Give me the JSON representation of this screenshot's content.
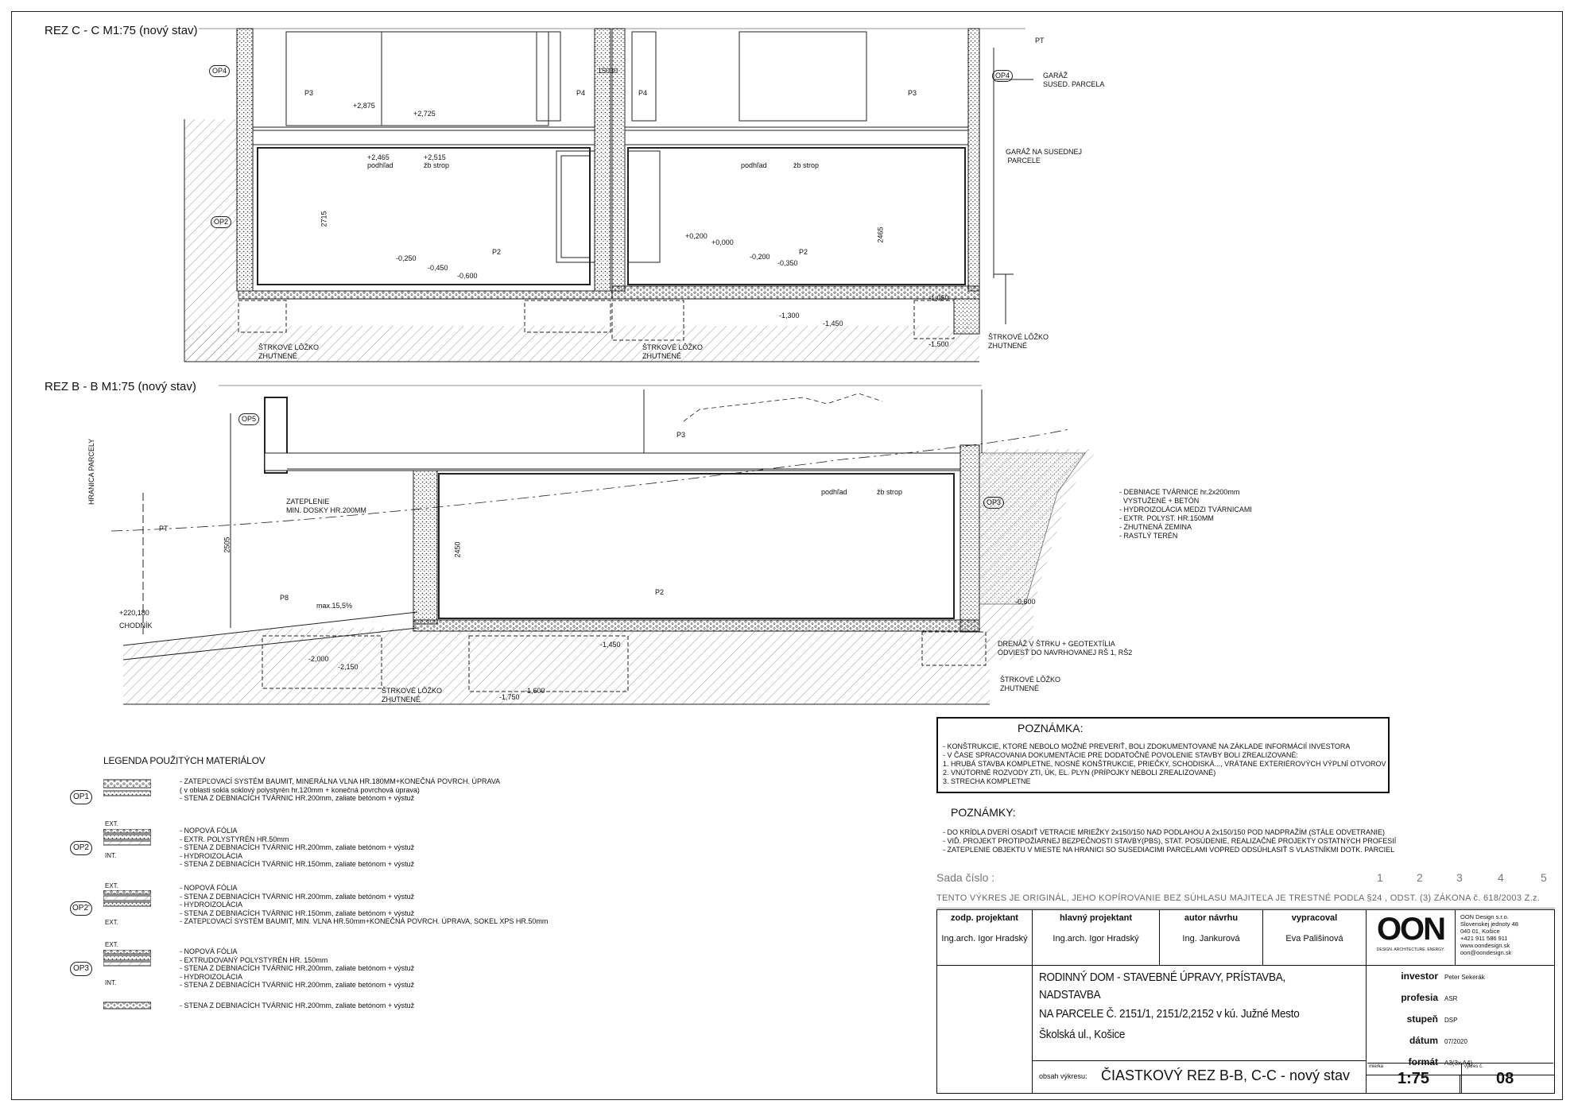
{
  "sections": {
    "cc_title": "REZ  C - C M1:75  (nový stav)",
    "bb_title": "REZ  B - B M1:75  (nový stav)"
  },
  "drawing_labels": {
    "op4": "OP4",
    "op2": "OP2",
    "op5": "OP5",
    "op3": "OP3",
    "p3": "P3",
    "p4": "P4",
    "p2": "P2",
    "p8": "P8",
    "pt": "PT",
    "garaz_sused": "GARÁŽ\nSUSED. PARCELA",
    "garaz_na": "GARÁŽ NA SUSEDNEJ\n PARCELE",
    "strk1": "ŠTRKOVÉ LÔŽKO\nZHUTNENÉ",
    "podhlad": "podhľad",
    "zbstrop": "žb strop",
    "hranica": "HRANICA PARCELY",
    "chodnik": "CHODNÍK",
    "zateplenie": "ZATEPLENIE\nMIN. DOSKY HR.200MM",
    "max": "max.15,5%",
    "drenaz": "DRENÁŽ V ŠTRKU + GEOTEXTÍLIA\nODVIESŤ DO NAVRHOVANEJ RŠ 1, RŠ2",
    "vrstvy": "- DEBNIACE TVÁRNICE hr.2x200mm\n  VYSTUŽENÉ + BETÓN\n- HYDROIZOLÁCIA MEDZI TVÁRNICAMI\n- EXTR. POLYST. HR.150MM\n- ZHUTNENÁ ZEMINA\n- RASTLÝ TERÉN",
    "dims": [
      "+2,875",
      "+2,725",
      "+2,465",
      "+2,515",
      "-0,250",
      "-0,450",
      "-0,600",
      "+0,200",
      "+0,000",
      "-0,200",
      "-0,350",
      "-1,300",
      "-1,450",
      "-1,050",
      "-1,500",
      "15030",
      "2715",
      "2465",
      "2505",
      "2450",
      "+220,180",
      "-2,000",
      "-2,150",
      "-1,750",
      "-1,600",
      "-1,450",
      "-0,600"
    ]
  },
  "legend": {
    "title": "LEGENDA POUŽITÝCH MATERIÁLOV",
    "items": [
      {
        "tag": "OP1",
        "lines": [
          "- ZATEPĽOVACÍ SYSTÉM BAUMIT, MINERÁLNA VLNA HR.180MM+KONEČNÁ POVRCH. ÚPRAVA",
          "  ( v oblasti sokla soklový polystyrén hr.120mm + konečná povrchová úprava)",
          "- STENA Z DEBNIACÍCH TVÁRNIC HR.200mm, zaliate betónom + výstuž"
        ],
        "ext": "",
        "int": ""
      },
      {
        "tag": "OP2",
        "lines": [
          "- NOPOVÁ FÓLIA",
          "- EXTR. POLYSTYRÉN HR.50mm",
          "- STENA Z DEBNIACÍCH TVÁRNIC HR.200mm, zaliate betónom + výstuž",
          "- HYDROIZOLÁCIA",
          "- STENA Z DEBNIACÍCH TVÁRNIC HR.150mm, zaliate betónom + výstuž"
        ],
        "ext": "EXT.",
        "int": "INT."
      },
      {
        "tag": "OP2'",
        "lines": [
          "- NOPOVÁ FÓLIA",
          "- STENA Z DEBNIACÍCH TVÁRNIC HR.200mm, zaliate betónom + výstuž",
          "- HYDROIZOLÁCIA",
          "- STENA Z DEBNIACÍCH TVÁRNIC HR.150mm, zaliate betónom + výstuž",
          "- ZATEPĽOVACÍ SYSTÉM BAUMIT, MIN. VLNA HR.50mm+KONEČNÁ POVRCH. ÚPRAVA, SOKEL XPS HR.50mm"
        ],
        "ext": "EXT.",
        "int": "EXT."
      },
      {
        "tag": "OP3",
        "lines": [
          "- NOPOVÁ FÓLIA",
          "- EXTRUDOVANÝ POLYSTYRÉN HR. 150mm",
          "- STENA Z DEBNIACÍCH TVÁRNIC HR.200mm, zaliate betónom + výstuž",
          "- HYDROIZOLÁCIA",
          "- STENA Z DEBNIACÍCH TVÁRNIC HR.200mm, zaliate betónom + výstuž"
        ],
        "ext": "EXT.",
        "int": "INT."
      },
      {
        "tag": "",
        "lines": [
          "- STENA Z DEBNIACÍCH TVÁRNIC HR.200mm, zaliate betónom + výstuž"
        ],
        "ext": "",
        "int": ""
      }
    ]
  },
  "poznamka": {
    "title": "POZNÁMKA:",
    "lines": [
      "- KONŠTRUKCIE, KTORÉ NEBOLO MOŽNÉ PREVERIŤ, BOLI ZDOKUMENTOVANÉ NA ZÁKLADE INFORMÁCIÍ INVESTORA",
      "- V ČASE SPRACOVANIA DOKUMENTÁCIE PRE DODATOČNÉ POVOLENIE STAVBY BOLI ZREALIZOVANÉ:",
      "  1. HRUBÁ STAVBA KOMPLETNE, NOSNÉ KONŠTRUKCIE, PRIEČKY, SCHODISKÁ..., VRÁTANE EXTERIÉROVÝCH VÝPLNÍ OTVOROV",
      "          2. VNÚTORNÉ ROZVODY ZTI, ÚK, EL. PLYN (PRÍPOJKY NEBOLI ZREALIZOVANÉ)",
      "          3. STRECHA KOMPLETNE"
    ]
  },
  "poznamky": {
    "title": "POZNÁMKY:",
    "lines": [
      "- DO KRÍDLA DVERÍ OSADIŤ VETRACIE MRIEŽKY 2x150/150 NAD PODLAHOU A 2x150/150 POD NADPRAŽÍM (STÁLE ODVETRANIE)",
      "- VIĎ. PROJEKT PROTIPOŽIARNEJ BEZPEČNOSTI STAVBY(PBS), STAT. POSÚDENIE, REALIZAČNÉ PROJEKTY OSTATNÝCH PROFESIÍ",
      "- ZATEPLENIE OBJEKTU V MIESTE NA HRANICI SO SUSEDIACIMI PARCELAMI VOPRED ODSÚHLASIŤ S VLASTNÍKMI DOTK. PARCIEL"
    ]
  },
  "titleblock": {
    "sada_label": "Sada číslo :",
    "sada_nums": [
      "1",
      "2",
      "3",
      "4",
      "5"
    ],
    "license": "TENTO VÝKRES JE ORIGINÁL, JEHO KOPÍROVANIE BEZ SÚHLASU MAJITEĽA JE TRESTNÉ PODĽA §24 , ODST. (3) ZÁKONA č. 618/2003 Z.z.",
    "roles": [
      {
        "role": "zodp. projektant",
        "name": "Ing.arch. Igor Hradský"
      },
      {
        "role": "hlavný projektant",
        "name": "Ing.arch. Igor Hradský"
      },
      {
        "role": "autor návrhu",
        "name": "Ing. Jankurová"
      },
      {
        "role": "vypracoval",
        "name": "Eva Pališinová"
      }
    ],
    "logo": "OON",
    "logo_sub": "DESIGN. ARCHITECTURE. ENERGY.",
    "company": [
      "OON Design s.r.o.",
      "Slovenskej jednoty 48",
      "040 01, Košice",
      "+421 911 586 911",
      "www.oondesign.sk",
      "oon@oondesign.sk"
    ],
    "project": [
      "RODINNÝ DOM - STAVEBNÉ ÚPRAVY, PRÍSTAVBA,",
      "NADSTAVBA",
      "NA PARCELE Č. 2151/1, 2151/2,2152 v kú. Južné Mesto",
      "Školská ul., Košice"
    ],
    "rows": [
      {
        "key": "investor",
        "val": "Peter Sekerák"
      },
      {
        "key": "profesia",
        "val": "ASR"
      },
      {
        "key": "stupeň",
        "val": "DSP"
      },
      {
        "key": "dátum",
        "val": "07/2020"
      },
      {
        "key": "formát",
        "val": "A3(3x A4)"
      }
    ],
    "obsah_label": "obsah výkresu:",
    "obsah": "ČIASTKOVÝ REZ B-B, C-C - nový stav",
    "mierka_label": "mierka",
    "mierka": "1:75",
    "vykres_label": "výkres č.",
    "vykres": "08"
  }
}
